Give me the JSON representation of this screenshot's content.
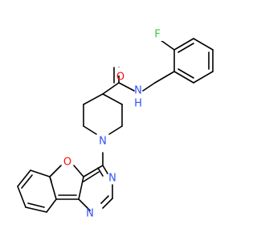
{
  "molecule": {
    "atoms": {
      "F": {
        "label": "F",
        "color": "#33cc33"
      },
      "O_carbonyl": {
        "label": "O",
        "color": "#ff0d0d"
      },
      "N_amide": {
        "label": "N",
        "color": "#3050f8"
      },
      "H_amide": {
        "label": "H",
        "color": "#3050f8"
      },
      "N_piperidine": {
        "label": "N",
        "color": "#3050f8"
      },
      "O_furan": {
        "label": "O",
        "color": "#ff0d0d"
      },
      "N_pyrimidine_1": {
        "label": "N",
        "color": "#3050f8"
      },
      "N_pyrimidine_2": {
        "label": "N",
        "color": "#3050f8"
      }
    }
  }
}
